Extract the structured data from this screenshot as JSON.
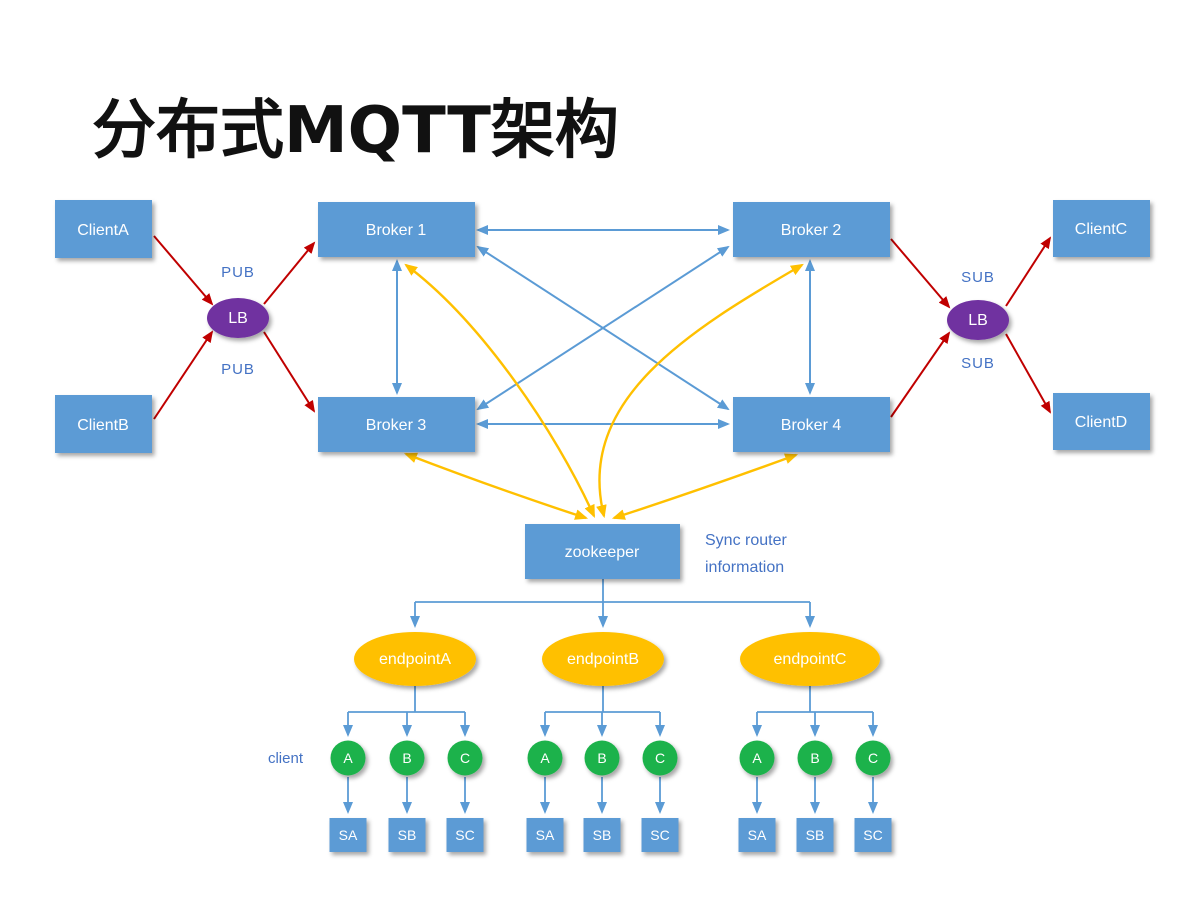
{
  "title": "分布式MQTT架构",
  "colors": {
    "node_blue": "#5B9BD5",
    "arrow_blue": "#5B9BD5",
    "label_blue": "#4472C4",
    "purple": "#7030A0",
    "orange": "#FFC000",
    "green": "#1FB24C",
    "red": "#C00000"
  },
  "left_clients": [
    {
      "label": "ClientA"
    },
    {
      "label": "ClientB"
    }
  ],
  "right_clients": [
    {
      "label": "ClientC"
    },
    {
      "label": "ClientD"
    }
  ],
  "brokers": [
    {
      "label": "Broker 1"
    },
    {
      "label": "Broker 2"
    },
    {
      "label": "Broker 3"
    },
    {
      "label": "Broker 4"
    }
  ],
  "load_balancers": {
    "left": "LB",
    "right": "LB"
  },
  "pub_top": "PUB",
  "pub_bottom": "PUB",
  "sub_top": "SUB",
  "sub_bottom": "SUB",
  "zookeeper_label": "zookeeper",
  "sync_note": {
    "line1": "Sync router",
    "line2": "information"
  },
  "client_caption": "client",
  "endpoints": [
    {
      "label": "endpointA",
      "nodes": [
        "A",
        "B",
        "C"
      ],
      "subscribers": [
        "SA",
        "SB",
        "SC"
      ]
    },
    {
      "label": "endpointB",
      "nodes": [
        "A",
        "B",
        "C"
      ],
      "subscribers": [
        "SA",
        "SB",
        "SC"
      ]
    },
    {
      "label": "endpointC",
      "nodes": [
        "A",
        "B",
        "C"
      ],
      "subscribers": [
        "SA",
        "SB",
        "SC"
      ]
    }
  ]
}
